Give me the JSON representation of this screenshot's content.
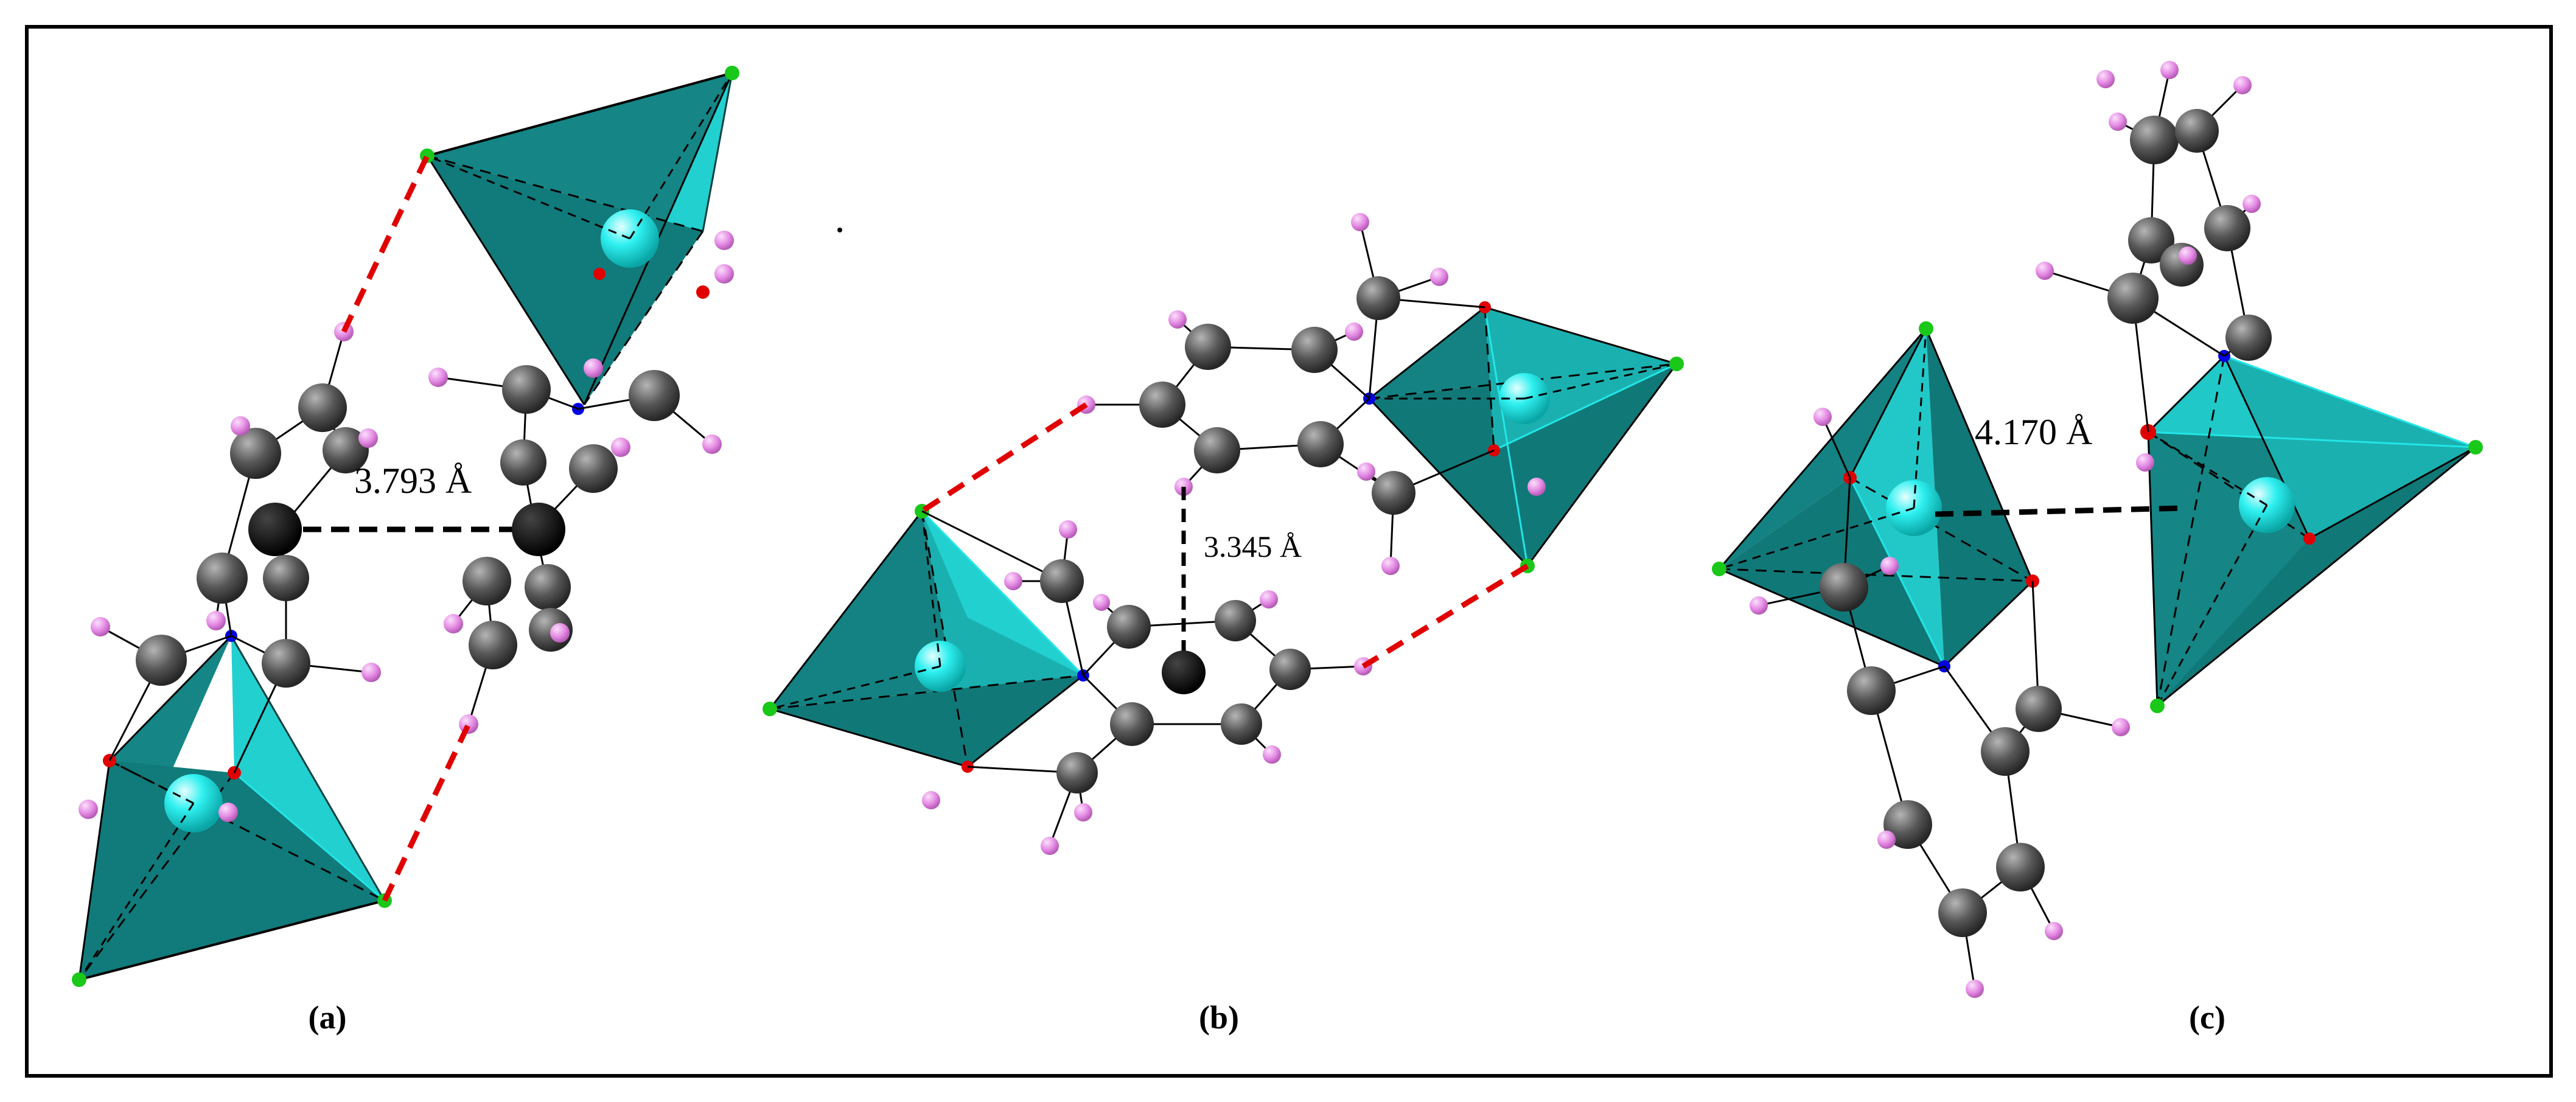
{
  "panels": [
    {
      "id": "a",
      "label": "(a)",
      "distance": "3.793 Å"
    },
    {
      "id": "b",
      "label": "(b)",
      "distance": "3.345 Å"
    },
    {
      "id": "c",
      "label": "(c)",
      "distance": "4.170 Å"
    }
  ],
  "colors": {
    "frame": "#000000",
    "tetra_dark": "#137f7f",
    "tetra_light": "#1fd6d6",
    "metal": "#19e3e3",
    "carbon": "#4a4a4a",
    "hydrogen": "#e58be5",
    "oxygen": "#e00000",
    "nitrogen": "#0000e0",
    "chlorine": "#19c819",
    "hbond": "#e00000",
    "contact": "#000000"
  }
}
